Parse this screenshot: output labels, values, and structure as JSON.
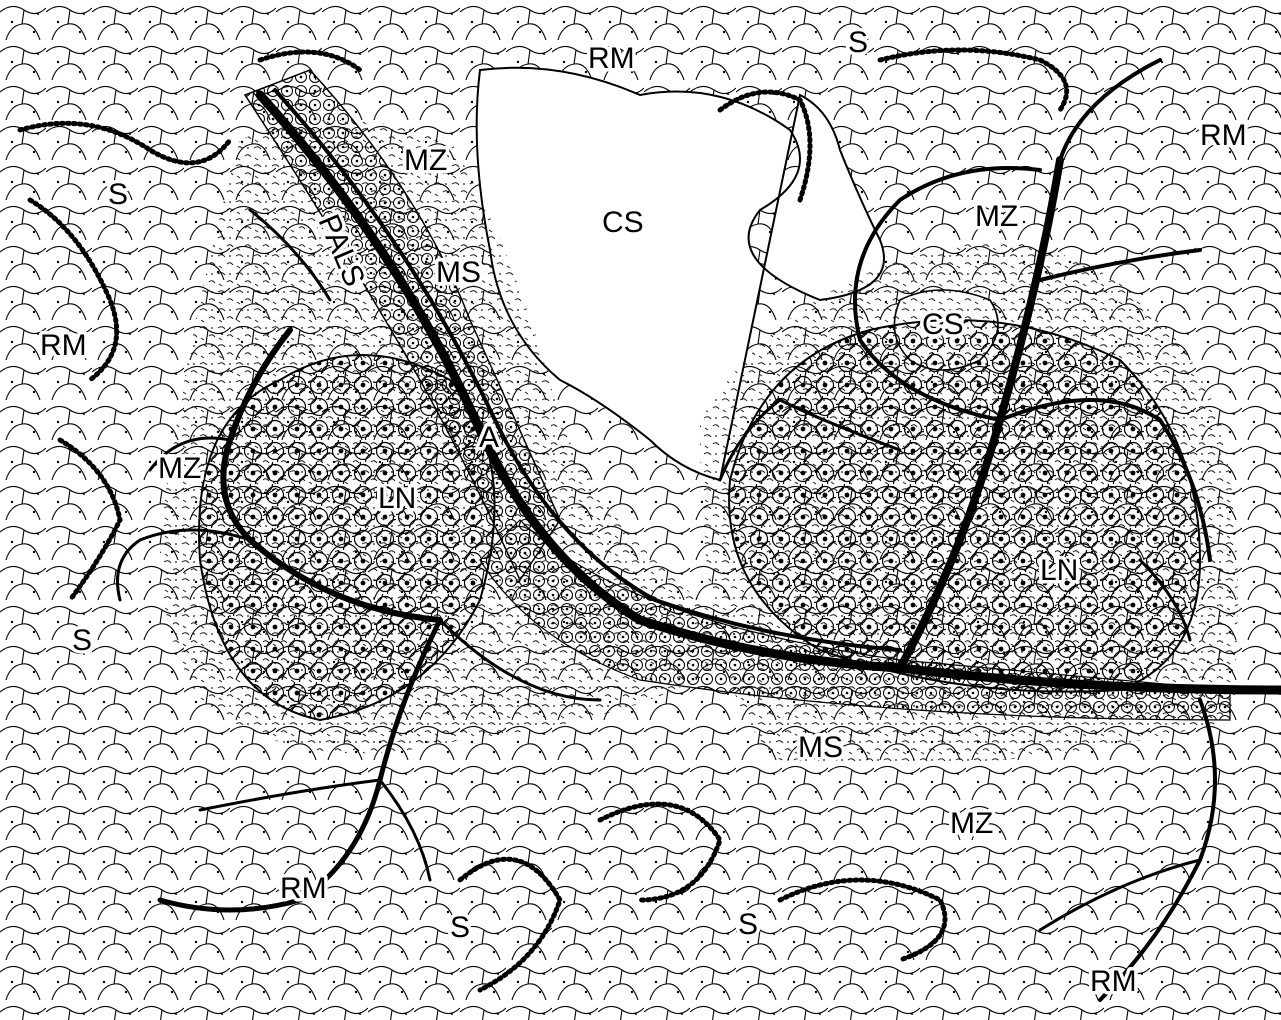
{
  "figure": {
    "background": "#ffffff",
    "ink": "#000000",
    "labels": [
      {
        "id": "rm-top",
        "text": "RM"
      },
      {
        "id": "s-top",
        "text": "S"
      },
      {
        "id": "rm-top-right",
        "text": "RM"
      },
      {
        "id": "mz-top",
        "text": "MZ"
      },
      {
        "id": "cs-top",
        "text": "CS"
      },
      {
        "id": "s-left",
        "text": "S"
      },
      {
        "id": "pals",
        "text": "PALS"
      },
      {
        "id": "ms-top",
        "text": "MS"
      },
      {
        "id": "mz-right-top",
        "text": "MZ"
      },
      {
        "id": "cs-right",
        "text": "CS"
      },
      {
        "id": "rm-left",
        "text": "RM"
      },
      {
        "id": "a",
        "text": "A"
      },
      {
        "id": "mz-left",
        "text": "MZ"
      },
      {
        "id": "ln-left",
        "text": "LN"
      },
      {
        "id": "ln-right",
        "text": "LN"
      },
      {
        "id": "s-left-low",
        "text": "S"
      },
      {
        "id": "ms-bottom",
        "text": "MS"
      },
      {
        "id": "mz-bottom",
        "text": "MZ"
      },
      {
        "id": "rm-bottom",
        "text": "RM"
      },
      {
        "id": "s-bottom-1",
        "text": "S"
      },
      {
        "id": "s-bottom-2",
        "text": "S"
      },
      {
        "id": "rm-bottom-right",
        "text": "RM"
      }
    ]
  }
}
